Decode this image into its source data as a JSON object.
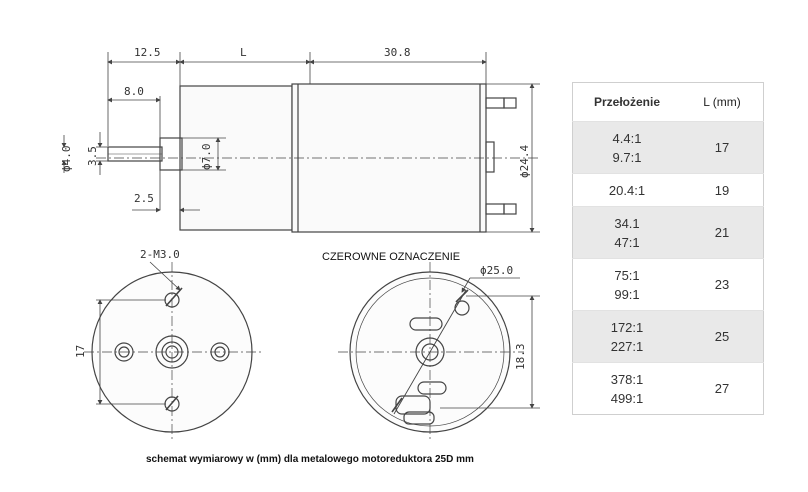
{
  "dimensions": {
    "d12_5": "12.5",
    "dL": "L",
    "d30_8": "30.8",
    "d8_0": "8.0",
    "d4_0": "ϕ4.0",
    "d3_5": "3.5",
    "d7_0": "ϕ7.0",
    "d2_5": "2.5",
    "d24_4": "ϕ24.4",
    "m3": "2-M3.0",
    "d17": "17",
    "d25_0": "ϕ25.0",
    "d18_3": "18.3"
  },
  "annotation": "CZEROWNE OZNACZENIE",
  "caption": "schemat wymiarowy w (mm) dla metalowego motoreduktora 25D mm",
  "table": {
    "headers": [
      "Przełożenie",
      "L (mm)"
    ],
    "rows": [
      {
        "ratios": [
          "4.4:1",
          "9.7:1"
        ],
        "length": "17"
      },
      {
        "ratios": [
          "20.4:1"
        ],
        "length": "19"
      },
      {
        "ratios": [
          "34.1",
          "47:1"
        ],
        "length": "21"
      },
      {
        "ratios": [
          "75:1",
          "99:1"
        ],
        "length": "23"
      },
      {
        "ratios": [
          "172:1",
          "227:1"
        ],
        "length": "25"
      },
      {
        "ratios": [
          "378:1",
          "499:1"
        ],
        "length": "27"
      }
    ]
  }
}
